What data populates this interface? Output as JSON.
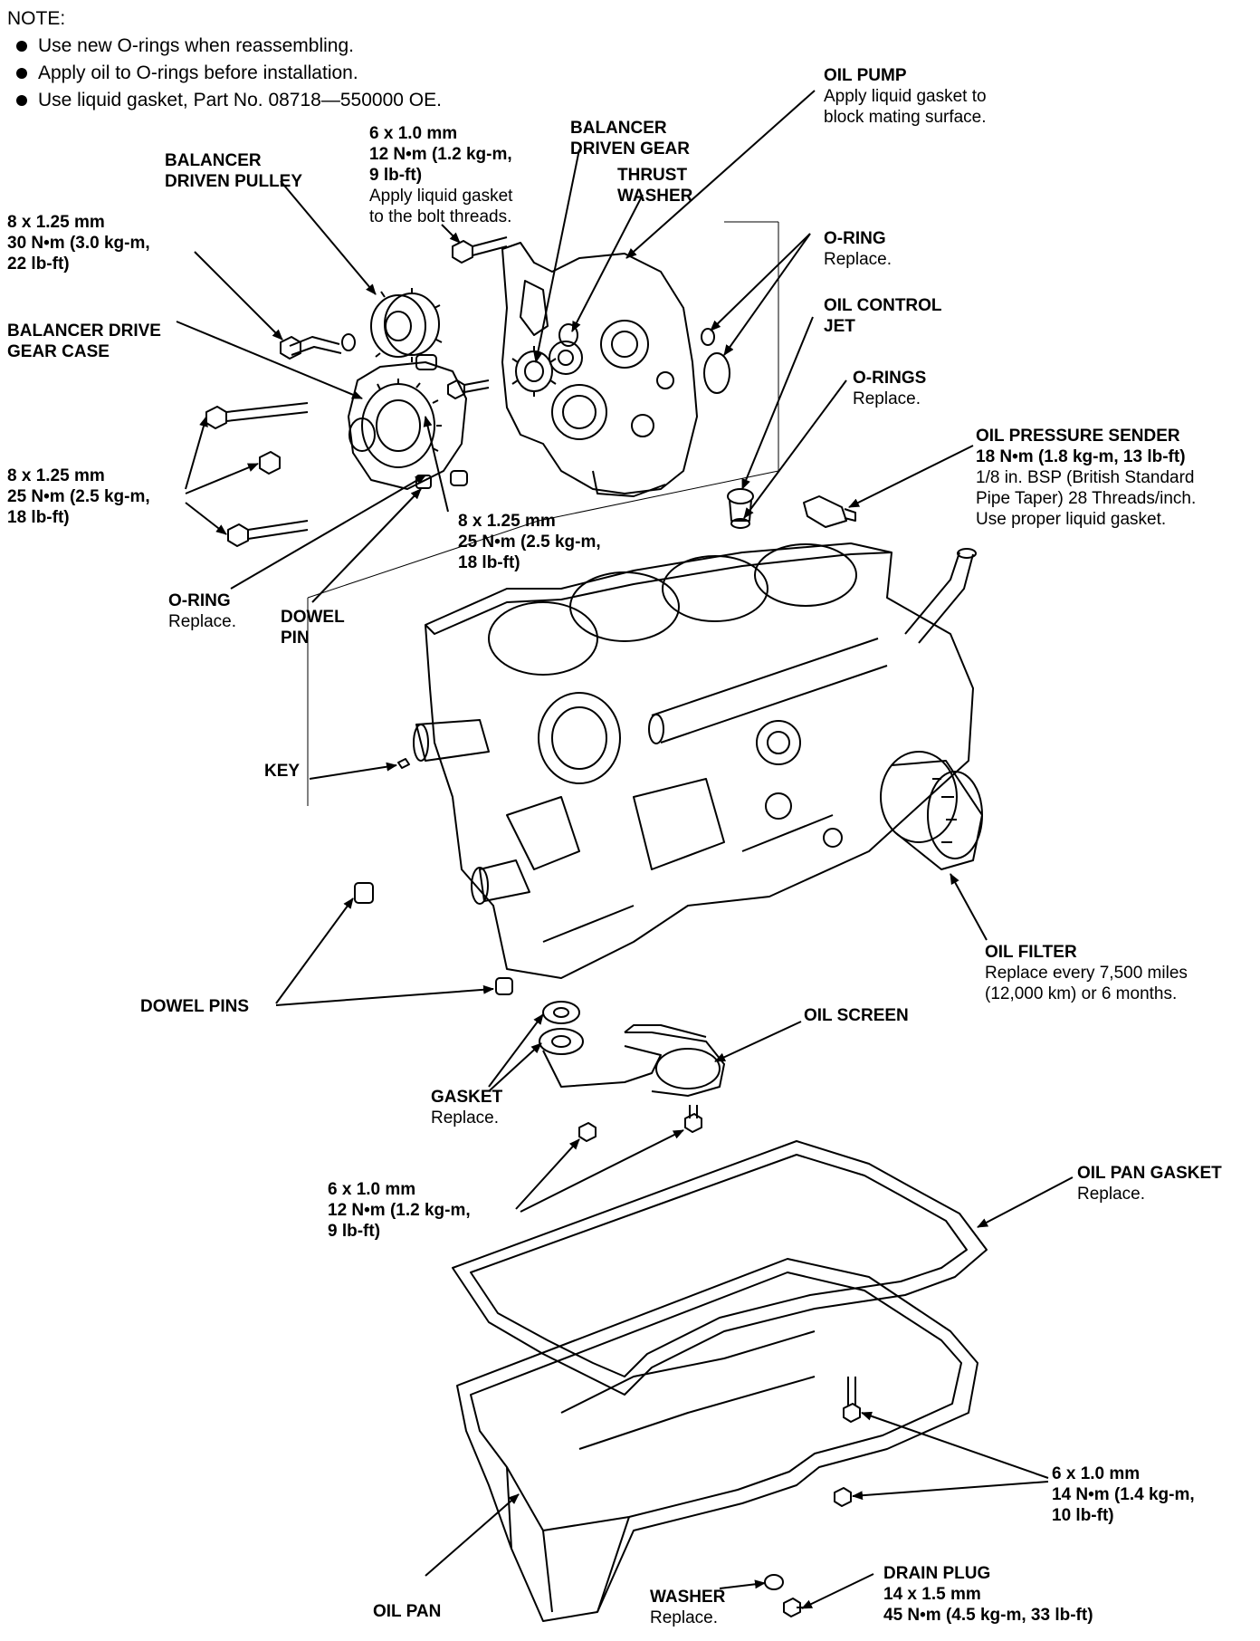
{
  "note": {
    "title": "NOTE:",
    "items": [
      "Use new O-rings when reassembling.",
      "Apply oil to O-rings before installation.",
      "Use liquid gasket, Part No. 08718—550000 OE."
    ]
  },
  "labels": {
    "oil_pump": {
      "title": "OIL PUMP",
      "lines": [
        "Apply liquid gasket to",
        "block mating surface."
      ]
    },
    "bolt_6x10_top": {
      "lines_bold": [
        "6 x 1.0 mm",
        "12 N•m (1.2 kg-m,",
        "9 lb-ft)"
      ],
      "lines": [
        "Apply liquid gasket",
        "to the bolt threads."
      ]
    },
    "balancer_driven_gear": {
      "lines_bold": [
        "BALANCER",
        "DRIVEN GEAR"
      ]
    },
    "thrust_washer": {
      "lines_bold": [
        "THRUST",
        "WASHER"
      ]
    },
    "balancer_driven_pulley": {
      "lines_bold": [
        "BALANCER",
        "DRIVEN PULLEY"
      ]
    },
    "bolt_8x125_30": {
      "lines_bold": [
        "8 x 1.25 mm",
        "30 N•m (3.0 kg-m,",
        "22 lb-ft)"
      ]
    },
    "o_ring_top": {
      "title": "O-RING",
      "lines": [
        "Replace."
      ]
    },
    "oil_control_jet": {
      "lines_bold": [
        "OIL CONTROL",
        "JET"
      ]
    },
    "balancer_drive_gear_case": {
      "lines_bold": [
        "BALANCER DRIVE",
        "GEAR CASE"
      ]
    },
    "o_rings": {
      "title": "O-RINGS",
      "lines": [
        "Replace."
      ]
    },
    "oil_pressure_sender": {
      "lines_bold": [
        "OIL PRESSURE SENDER",
        "18 N•m (1.8 kg-m, 13 lb-ft)"
      ],
      "lines": [
        "1/8 in. BSP (British Standard",
        "Pipe Taper) 28 Threads/inch.",
        "Use proper liquid gasket."
      ]
    },
    "bolt_8x125_25_left": {
      "lines_bold": [
        "8 x 1.25 mm",
        "25 N•m (2.5 kg-m,",
        "18 lb-ft)"
      ]
    },
    "bolt_8x125_25_center": {
      "lines_bold": [
        "8 x 1.25 mm",
        "25 N•m (2.5 kg-m,",
        "18 lb-ft)"
      ]
    },
    "o_ring_left": {
      "title": "O-RING",
      "lines": [
        "Replace."
      ]
    },
    "dowel_pin": {
      "lines_bold": [
        "DOWEL",
        "PIN"
      ]
    },
    "key": {
      "lines_bold": [
        "KEY"
      ]
    },
    "oil_filter": {
      "title": "OIL FILTER",
      "lines": [
        "Replace every 7,500 miles",
        "(12,000 km) or 6 months."
      ]
    },
    "dowel_pins": {
      "lines_bold": [
        "DOWEL PINS"
      ]
    },
    "oil_screen": {
      "lines_bold": [
        "OIL SCREEN"
      ]
    },
    "gasket": {
      "title": "GASKET",
      "lines": [
        "Replace."
      ]
    },
    "bolt_6x10_mid": {
      "lines_bold": [
        "6 x 1.0 mm",
        "12 N•m (1.2 kg-m,",
        "9 lb-ft)"
      ]
    },
    "oil_pan_gasket": {
      "title": "OIL PAN GASKET",
      "lines": [
        "Replace."
      ]
    },
    "bolt_6x10_14": {
      "lines_bold": [
        "6 x 1.0 mm",
        "14 N•m (1.4 kg-m,",
        "10 lb-ft)"
      ]
    },
    "drain_plug": {
      "lines_bold": [
        "DRAIN PLUG",
        "14 x 1.5 mm",
        "45 N•m (4.5 kg-m, 33 lb-ft)"
      ]
    },
    "washer": {
      "title": "WASHER",
      "lines": [
        "Replace."
      ]
    },
    "oil_pan": {
      "lines_bold": [
        "OIL PAN"
      ]
    }
  }
}
